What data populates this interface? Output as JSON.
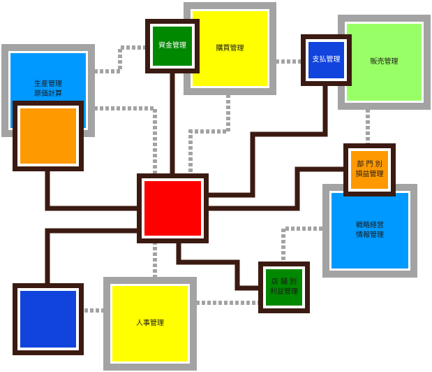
{
  "nodes": {
    "purchasing": {
      "label": "購買管理",
      "color": "#ffff00"
    },
    "sales": {
      "label": "販売管理",
      "color": "#99ff66"
    },
    "production": {
      "label": "生産管理\n原価計算",
      "color": "#0099ff"
    },
    "strategy": {
      "label": "戦略経営\n情報管理",
      "color": "#0099ff"
    },
    "hr": {
      "label": "人事管理",
      "color": "#ffff00"
    },
    "funds": {
      "label": "資金管理",
      "color": "#008800"
    },
    "payment": {
      "label": "支払管理",
      "color": "#1144dd"
    },
    "dept_pl": {
      "label": "部 門 別\n損益管理",
      "color": "#ff9900"
    },
    "store_pl": {
      "label": "店 舗 別\n利益管理",
      "color": "#008800"
    },
    "core": {
      "color": "#ff0000"
    },
    "orange_module": {
      "color": "#ff9900"
    },
    "blue_module": {
      "color": "#1144dd"
    }
  },
  "colors": {
    "gray_frame": "#a3a3a3",
    "dark_frame": "#3b1a12"
  }
}
